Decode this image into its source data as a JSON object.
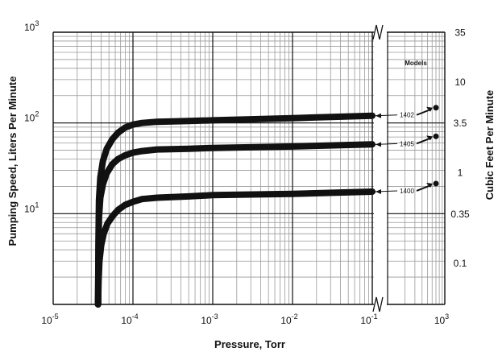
{
  "chart_data": {
    "type": "line",
    "xlabel": "Pressure, Torr",
    "ylabel": "Pumping Speed, Liters Per Minute",
    "ylabel_right": "Cubic Feet Per Minute",
    "x_scale": "log",
    "y_scale": "log",
    "xlim": [
      1e-05,
      0.1
    ],
    "x_break_to": 1000,
    "ylim": [
      1,
      1000
    ],
    "x_ticks": [
      {
        "base": "10",
        "exp": "-5"
      },
      {
        "base": "10",
        "exp": "-4"
      },
      {
        "base": "10",
        "exp": "-3"
      },
      {
        "base": "10",
        "exp": "-2"
      },
      {
        "base": "10",
        "exp": "-1"
      },
      {
        "base": "10",
        "exp": "3"
      }
    ],
    "y_ticks": [
      {
        "base": "10",
        "exp": "3"
      },
      {
        "base": "10",
        "exp": "2"
      },
      {
        "base": "10",
        "exp": "1"
      }
    ],
    "y_ticks_right": [
      "35",
      "10",
      "3.5",
      "1",
      "0.35",
      "0.1"
    ],
    "y_ticks_right_values_lpm": [
      991,
      283,
      99.1,
      28.3,
      9.91,
      2.83
    ],
    "legend_title": "Models",
    "grid": true,
    "series": [
      {
        "name": "1402",
        "color": "#111111",
        "x": [
          3.65e-05,
          3.7e-05,
          3.75e-05,
          3.9e-05,
          4.2e-05,
          4.7e-05,
          5.5e-05,
          6.5e-05,
          8e-05,
          0.0001,
          0.00013,
          0.0002,
          0.0005,
          0.001,
          0.01,
          0.1
        ],
        "y": [
          1.0,
          6.0,
          14.0,
          25.0,
          38.0,
          52.0,
          66.0,
          78.0,
          89.0,
          96.0,
          100.0,
          103.0,
          105.0,
          107.0,
          113.0,
          120.0
        ]
      },
      {
        "name": "1405",
        "color": "#111111",
        "x": [
          3.65e-05,
          3.7e-05,
          3.75e-05,
          3.9e-05,
          4.2e-05,
          4.7e-05,
          5.5e-05,
          6.5e-05,
          8e-05,
          0.0001,
          0.00013,
          0.0002,
          0.0005,
          0.001,
          0.01,
          0.1
        ],
        "y": [
          1.0,
          4.5,
          9.0,
          15.0,
          21.0,
          28.0,
          35.0,
          40.0,
          44.0,
          47.0,
          49.0,
          51.0,
          52.0,
          53.0,
          55.0,
          58.0
        ]
      },
      {
        "name": "1400",
        "color": "#111111",
        "x": [
          3.65e-05,
          3.7e-05,
          3.8e-05,
          4e-05,
          4.3e-05,
          4.8e-05,
          5.6e-05,
          6.5e-05,
          8e-05,
          0.0001,
          0.00013,
          0.0002,
          0.0005,
          0.001,
          0.01,
          0.1
        ],
        "y": [
          1.0,
          1.8,
          3.0,
          4.5,
          6.0,
          7.8,
          9.5,
          11.0,
          12.5,
          13.5,
          14.5,
          15.0,
          15.5,
          16.0,
          16.5,
          17.5
        ]
      }
    ],
    "legend_markers": [
      {
        "model": "1402",
        "x": 700,
        "y": 160
      },
      {
        "model": "1405",
        "x": 700,
        "y": 72
      },
      {
        "model": "1400",
        "x": 700,
        "y": 21
      }
    ]
  }
}
